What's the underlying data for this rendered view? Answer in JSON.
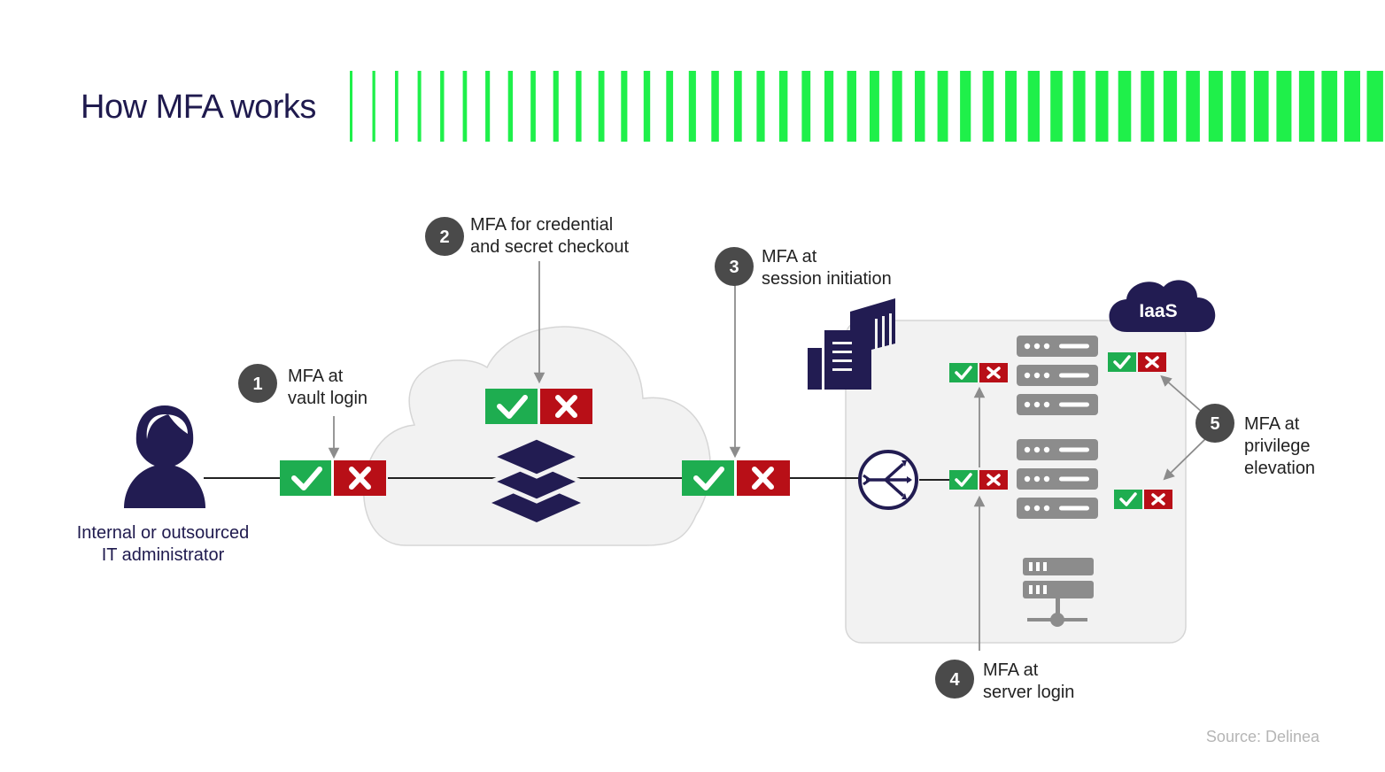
{
  "title": "How MFA works",
  "source": "Source: Delinea",
  "admin_label": [
    "Internal or outsourced",
    "IT administrator"
  ],
  "steps": [
    {
      "number": "1",
      "label": [
        "MFA at",
        "vault login"
      ]
    },
    {
      "number": "2",
      "label": [
        "MFA for credential",
        "and secret checkout"
      ]
    },
    {
      "number": "3",
      "label": [
        "MFA at",
        "session initiation"
      ]
    },
    {
      "number": "4",
      "label": [
        "MFA at",
        "server login"
      ]
    },
    {
      "number": "5",
      "label": [
        "MFA at",
        "privilege",
        "elevation"
      ]
    }
  ],
  "iaas_label": "IaaS",
  "colors": {
    "navy": "#221c52",
    "accent_green": "#1ff04a",
    "check_green": "#1ead50",
    "deny_red": "#b80f17",
    "step_badge": "#4a4a4a",
    "server_gray": "#8c8c8c",
    "panel_bg": "#f2f2f2"
  },
  "icons": [
    "person-icon",
    "check-icon",
    "cross-icon",
    "layers-icon",
    "building-icon",
    "router-icon",
    "server-icon",
    "network-server-icon",
    "cloud-icon"
  ]
}
